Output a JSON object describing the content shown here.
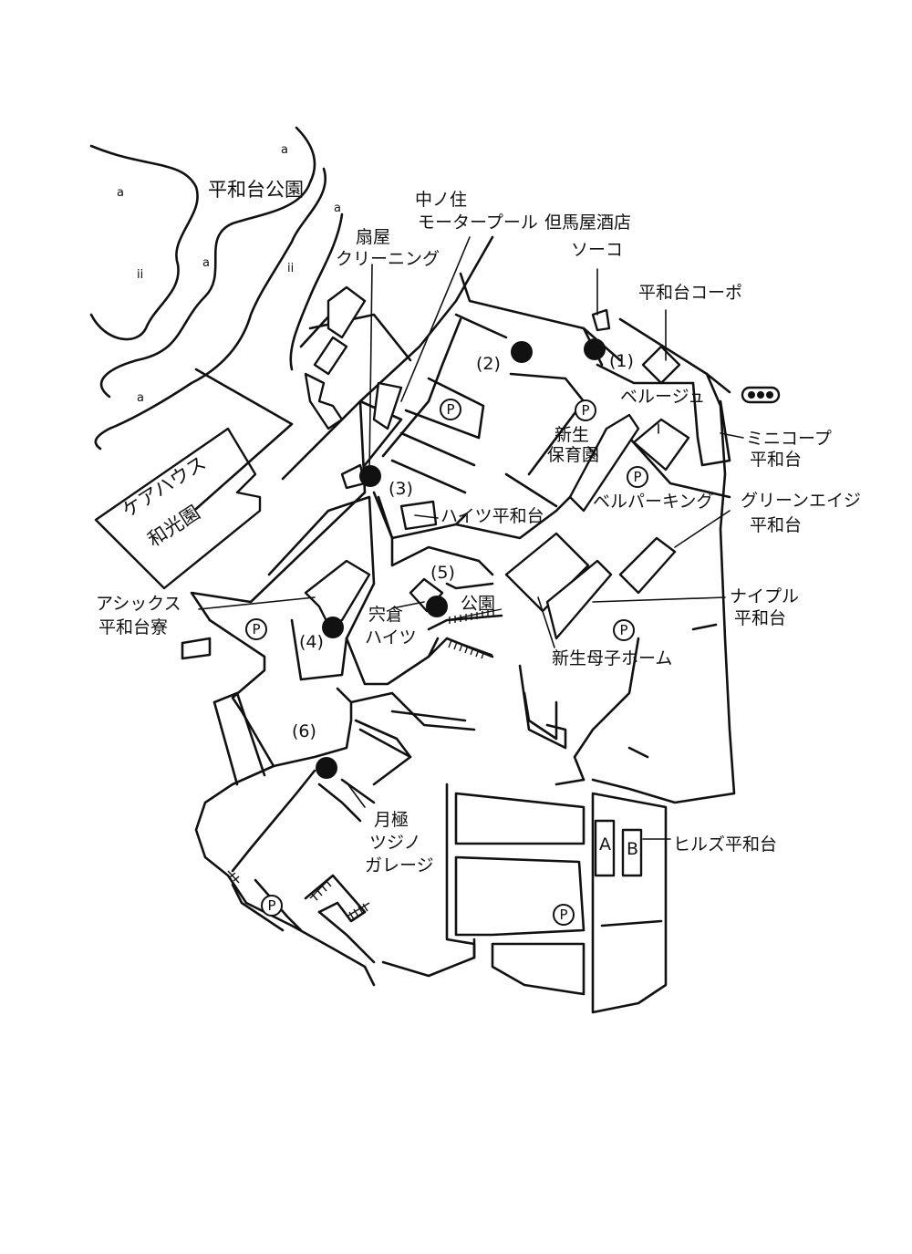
{
  "labels": {
    "heiwadai_park": "平和台公園",
    "nakanozumi_l1": "中ノ住",
    "nakanozumi_l2": "モータープール",
    "tajimaya_l1": "但馬屋酒店",
    "tajimaya_l2": "ソーコ",
    "ogiya_l1": "扇屋",
    "ogiya_l2": "クリーニング",
    "heiwadai_copo": "平和台コーポ",
    "bellage": "ベルージュ",
    "minicoop_l1": "ミニコープ",
    "minicoop_l2": "平和台",
    "shinsei_hoikuen_l1": "新生",
    "shinsei_hoikuen_l2": "保育園",
    "bell_parking": "ベルパーキング",
    "carehouse_l1": "ケアハウス",
    "carehouse_l2": "和光園",
    "heights_heiwadai": "ハイツ平和台",
    "green_age_l1": "グリーンエイジ",
    "green_age_l2": "平和台",
    "asics_l1": "アシックス",
    "asics_l2": "平和台寮",
    "shishikura_l1": "宍倉",
    "shishikura_l2": "ハイツ",
    "park": "公園",
    "naipuru_l1": "ナイプル",
    "naipuru_l2": "平和台",
    "shinsei_boshi": "新生母子ホーム",
    "tsukigime_l1": "月極",
    "tsukigime_l2": "ツジノ",
    "tsukigime_l3": "ガレージ",
    "hills_heiwadai": "ヒルズ平和台",
    "bldg_a": "A",
    "bldg_b": "B"
  },
  "markers": [
    "(1)",
    "(2)",
    "(3)",
    "(4)",
    "(5)",
    "(6)"
  ],
  "parking_symbol": "P",
  "tree_symbol": "a",
  "colors": {
    "ink": "#111111",
    "paper": "#ffffff"
  }
}
